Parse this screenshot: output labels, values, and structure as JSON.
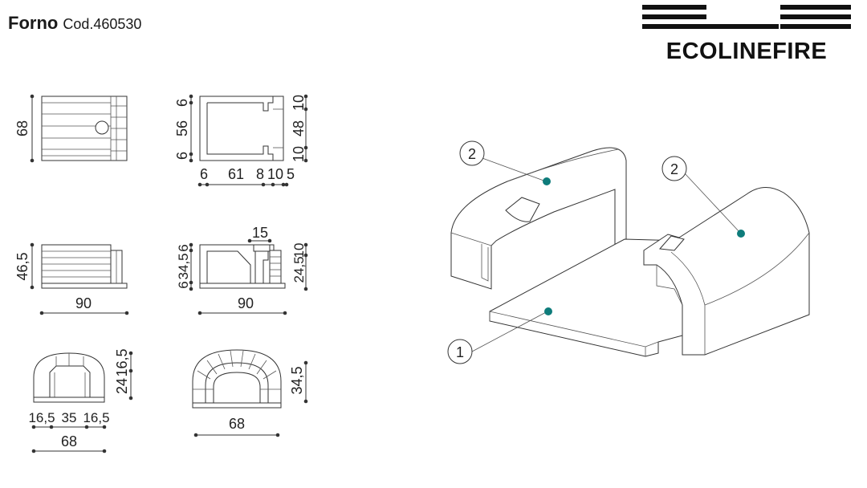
{
  "header": {
    "name": "Forno",
    "code": "Cod.460530"
  },
  "brand": {
    "logo_text": "ECOLINEFIRE"
  },
  "views": {
    "top_left": {
      "height": "68"
    },
    "top_right": {
      "left": [
        "6",
        "56",
        "6"
      ],
      "right": [
        "10",
        "48",
        "10"
      ],
      "bottom": [
        "6",
        "61",
        "8",
        "10",
        "5"
      ]
    },
    "mid_left": {
      "height": "46,5",
      "width": "90"
    },
    "mid_right": {
      "top": "15",
      "left": [
        "6",
        "34,5",
        "6"
      ],
      "right": [
        "24,5",
        "10"
      ],
      "width": "90"
    },
    "bottom_left": {
      "right": [
        "16,5",
        "24"
      ],
      "bottom": [
        "16,5",
        "35",
        "16,5"
      ],
      "width": "68"
    },
    "bottom_right": {
      "height": "34,5",
      "width": "68"
    }
  },
  "callouts": [
    {
      "label": "2"
    },
    {
      "label": "2"
    },
    {
      "label": "1"
    }
  ],
  "colors": {
    "accent_dot": "#0e7c7b",
    "line": "#333333"
  }
}
